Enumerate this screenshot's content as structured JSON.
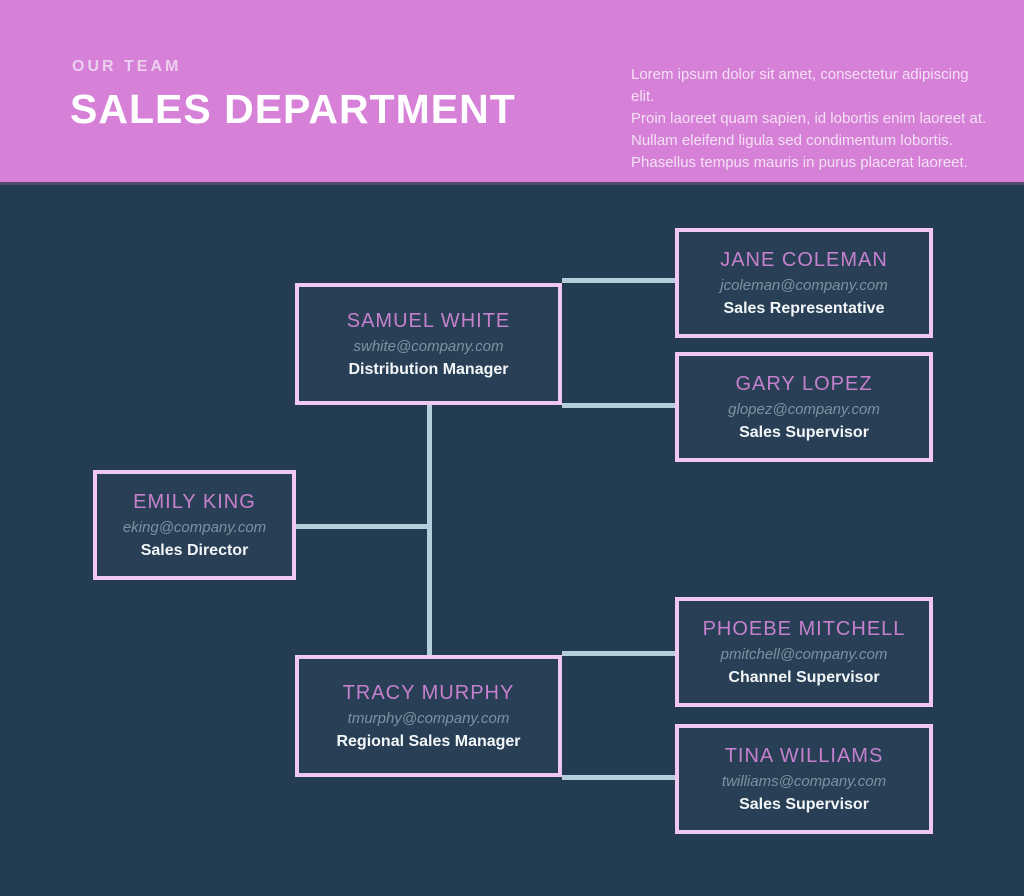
{
  "header": {
    "eyebrow": "OUR TEAM",
    "title": "SALES DEPARTMENT",
    "intro_lines": [
      "Lorem ipsum dolor sit amet, consectetur adipiscing elit.",
      "Proin laoreet quam sapien, id lobortis enim laoreet at.",
      "Nullam eleifend ligula sed condimentum lobortis.",
      "Phasellus tempus mauris in purus placerat laoreet."
    ]
  },
  "org_chart": {
    "nodes": [
      {
        "id": "emily",
        "name": "EMILY KING",
        "email": "eking@company.com",
        "title": "Sales Director",
        "reports_to": null
      },
      {
        "id": "samuel",
        "name": "SAMUEL WHITE",
        "email": "swhite@company.com",
        "title": "Distribution Manager",
        "reports_to": "emily"
      },
      {
        "id": "tracy",
        "name": "TRACY MURPHY",
        "email": "tmurphy@company.com",
        "title": "Regional Sales Manager",
        "reports_to": "emily"
      },
      {
        "id": "jane",
        "name": "JANE COLEMAN",
        "email": "jcoleman@company.com",
        "title": "Sales Representative",
        "reports_to": "samuel"
      },
      {
        "id": "gary",
        "name": "GARY LOPEZ",
        "email": "glopez@company.com",
        "title": "Sales Supervisor",
        "reports_to": "samuel"
      },
      {
        "id": "phoebe",
        "name": "PHOEBE MITCHELL",
        "email": "pmitchell@company.com",
        "title": "Channel Supervisor",
        "reports_to": "tracy"
      },
      {
        "id": "tina",
        "name": "TINA WILLIAMS",
        "email": "twilliams@company.com",
        "title": "Sales Supervisor",
        "reports_to": "tracy"
      }
    ]
  },
  "theme": {
    "header_bg": "#d680d8",
    "header_divider": "#564a6c",
    "canvas_bg": "#243c52",
    "node_bg": "#293f55",
    "node_border": "#efc7f0",
    "name_color": "#c581cd",
    "email_color": "#7d91a0",
    "title_color": "#f2f6f8",
    "connector": "#b4cfdb",
    "eyebrow_color": "#ecd0ee",
    "intro_color": "#f3e0f4"
  }
}
